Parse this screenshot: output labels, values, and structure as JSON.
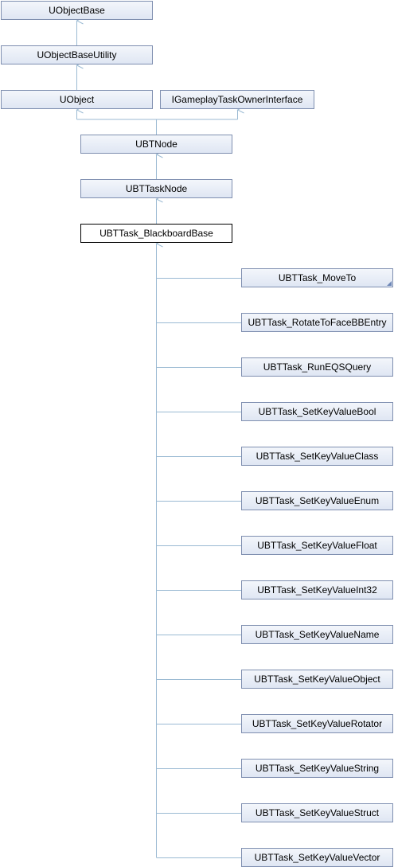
{
  "colors": {
    "edge": "#9bbad3",
    "node_border": "#7f8fb0",
    "current_border": "#000000",
    "node_fill": "#e1e8f4"
  },
  "nodes": {
    "uobjectbase": "UObjectBase",
    "uobjectbaseutility": "UObjectBaseUtility",
    "uobject": "UObject",
    "igameplaytaskownerinterface": "IGameplayTaskOwnerInterface",
    "ubtnode": "UBTNode",
    "ubttasknode": "UBTTaskNode",
    "blackboardbase": "UBTTask_BlackboardBase"
  },
  "children": [
    "UBTTask_MoveTo",
    "UBTTask_RotateToFaceBBEntry",
    "UBTTask_RunEQSQuery",
    "UBTTask_SetKeyValueBool",
    "UBTTask_SetKeyValueClass",
    "UBTTask_SetKeyValueEnum",
    "UBTTask_SetKeyValueFloat",
    "UBTTask_SetKeyValueInt32",
    "UBTTask_SetKeyValueName",
    "UBTTask_SetKeyValueObject",
    "UBTTask_SetKeyValueRotator",
    "UBTTask_SetKeyValueString",
    "UBTTask_SetKeyValueStruct",
    "UBTTask_SetKeyValueVector"
  ]
}
